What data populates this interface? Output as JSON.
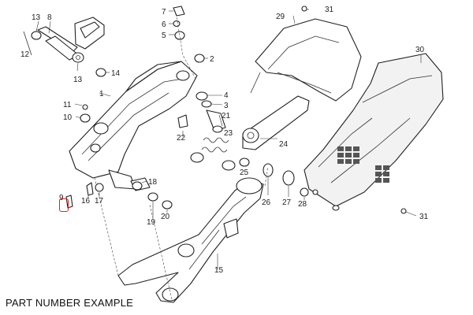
{
  "caption": "PART NUMBER EXAMPLE",
  "highlight_color": "#e02020",
  "highlighted_callout": "9",
  "callouts": [
    "13",
    "8",
    "12",
    "13",
    "14",
    "1",
    "11",
    "10",
    "7",
    "6",
    "5",
    "2",
    "4",
    "3",
    "21",
    "22",
    "23",
    "25",
    "18",
    "9",
    "16",
    "17",
    "19",
    "20",
    "29",
    "31",
    "30",
    "24",
    "26",
    "27",
    "28",
    "31",
    "15"
  ]
}
